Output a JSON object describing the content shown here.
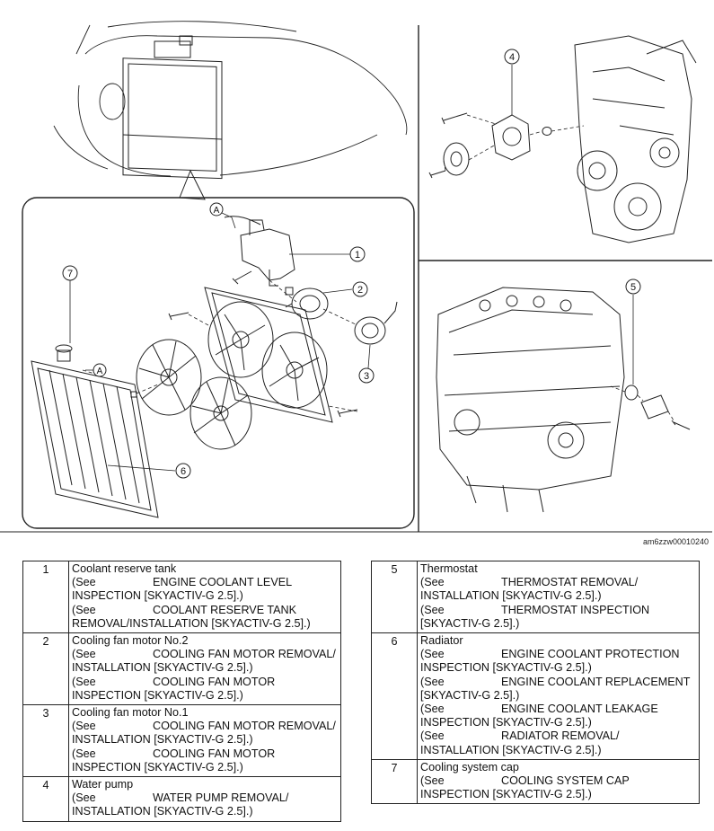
{
  "figure": {
    "code": "am6zzw00010240",
    "callouts": [
      "1",
      "2",
      "3",
      "4",
      "5",
      "6",
      "7"
    ],
    "connector_letter": "A"
  },
  "parts_left": [
    {
      "num": "1",
      "name": "Coolant reserve tank",
      "refs": [
        {
          "see": "(See",
          "l1": "ENGINE COOLANT LEVEL",
          "l2": "INSPECTION [SKYACTIV-G 2.5].)"
        },
        {
          "see": "(See",
          "l1": "COOLANT RESERVE TANK",
          "l2": "REMOVAL/INSTALLATION [SKYACTIV-G 2.5].)"
        }
      ]
    },
    {
      "num": "2",
      "name": "Cooling fan motor No.2",
      "refs": [
        {
          "see": "(See",
          "l1": "COOLING FAN MOTOR REMOVAL/",
          "l2": "INSTALLATION [SKYACTIV-G 2.5].)"
        },
        {
          "see": "(See",
          "l1": "COOLING FAN MOTOR",
          "l2": "INSPECTION [SKYACTIV-G 2.5].)"
        }
      ]
    },
    {
      "num": "3",
      "name": "Cooling fan motor No.1",
      "refs": [
        {
          "see": "(See",
          "l1": "COOLING FAN MOTOR REMOVAL/",
          "l2": "INSTALLATION [SKYACTIV-G 2.5].)"
        },
        {
          "see": "(See",
          "l1": "COOLING FAN MOTOR",
          "l2": "INSPECTION [SKYACTIV-G 2.5].)"
        }
      ]
    },
    {
      "num": "4",
      "name": "Water pump",
      "refs": [
        {
          "see": "(See",
          "l1": "WATER PUMP REMOVAL/",
          "l2": "INSTALLATION [SKYACTIV-G 2.5].)"
        }
      ]
    }
  ],
  "parts_right": [
    {
      "num": "5",
      "name": "Thermostat",
      "refs": [
        {
          "see": "(See",
          "l1": "THERMOSTAT REMOVAL/",
          "l2": "INSTALLATION [SKYACTIV-G 2.5].)"
        },
        {
          "see": "(See",
          "l1": "THERMOSTAT INSPECTION",
          "l2": "[SKYACTIV-G 2.5].)"
        }
      ]
    },
    {
      "num": "6",
      "name": "Radiator",
      "refs": [
        {
          "see": "(See",
          "l1": "ENGINE COOLANT PROTECTION",
          "l2": "INSPECTION [SKYACTIV-G 2.5].)"
        },
        {
          "see": "(See",
          "l1": "ENGINE COOLANT REPLACEMENT",
          "l2": "[SKYACTIV-G 2.5].)"
        },
        {
          "see": "(See",
          "l1": "ENGINE COOLANT LEAKAGE",
          "l2": "INSPECTION [SKYACTIV-G 2.5].)"
        },
        {
          "see": "(See",
          "l1": "RADIATOR REMOVAL/",
          "l2": "INSTALLATION [SKYACTIV-G 2.5].)"
        }
      ]
    },
    {
      "num": "7",
      "name": "Cooling system cap",
      "refs": [
        {
          "see": "(See",
          "l1": "COOLING SYSTEM CAP",
          "l2": "INSPECTION [SKYACTIV-G 2.5].)"
        }
      ]
    }
  ]
}
